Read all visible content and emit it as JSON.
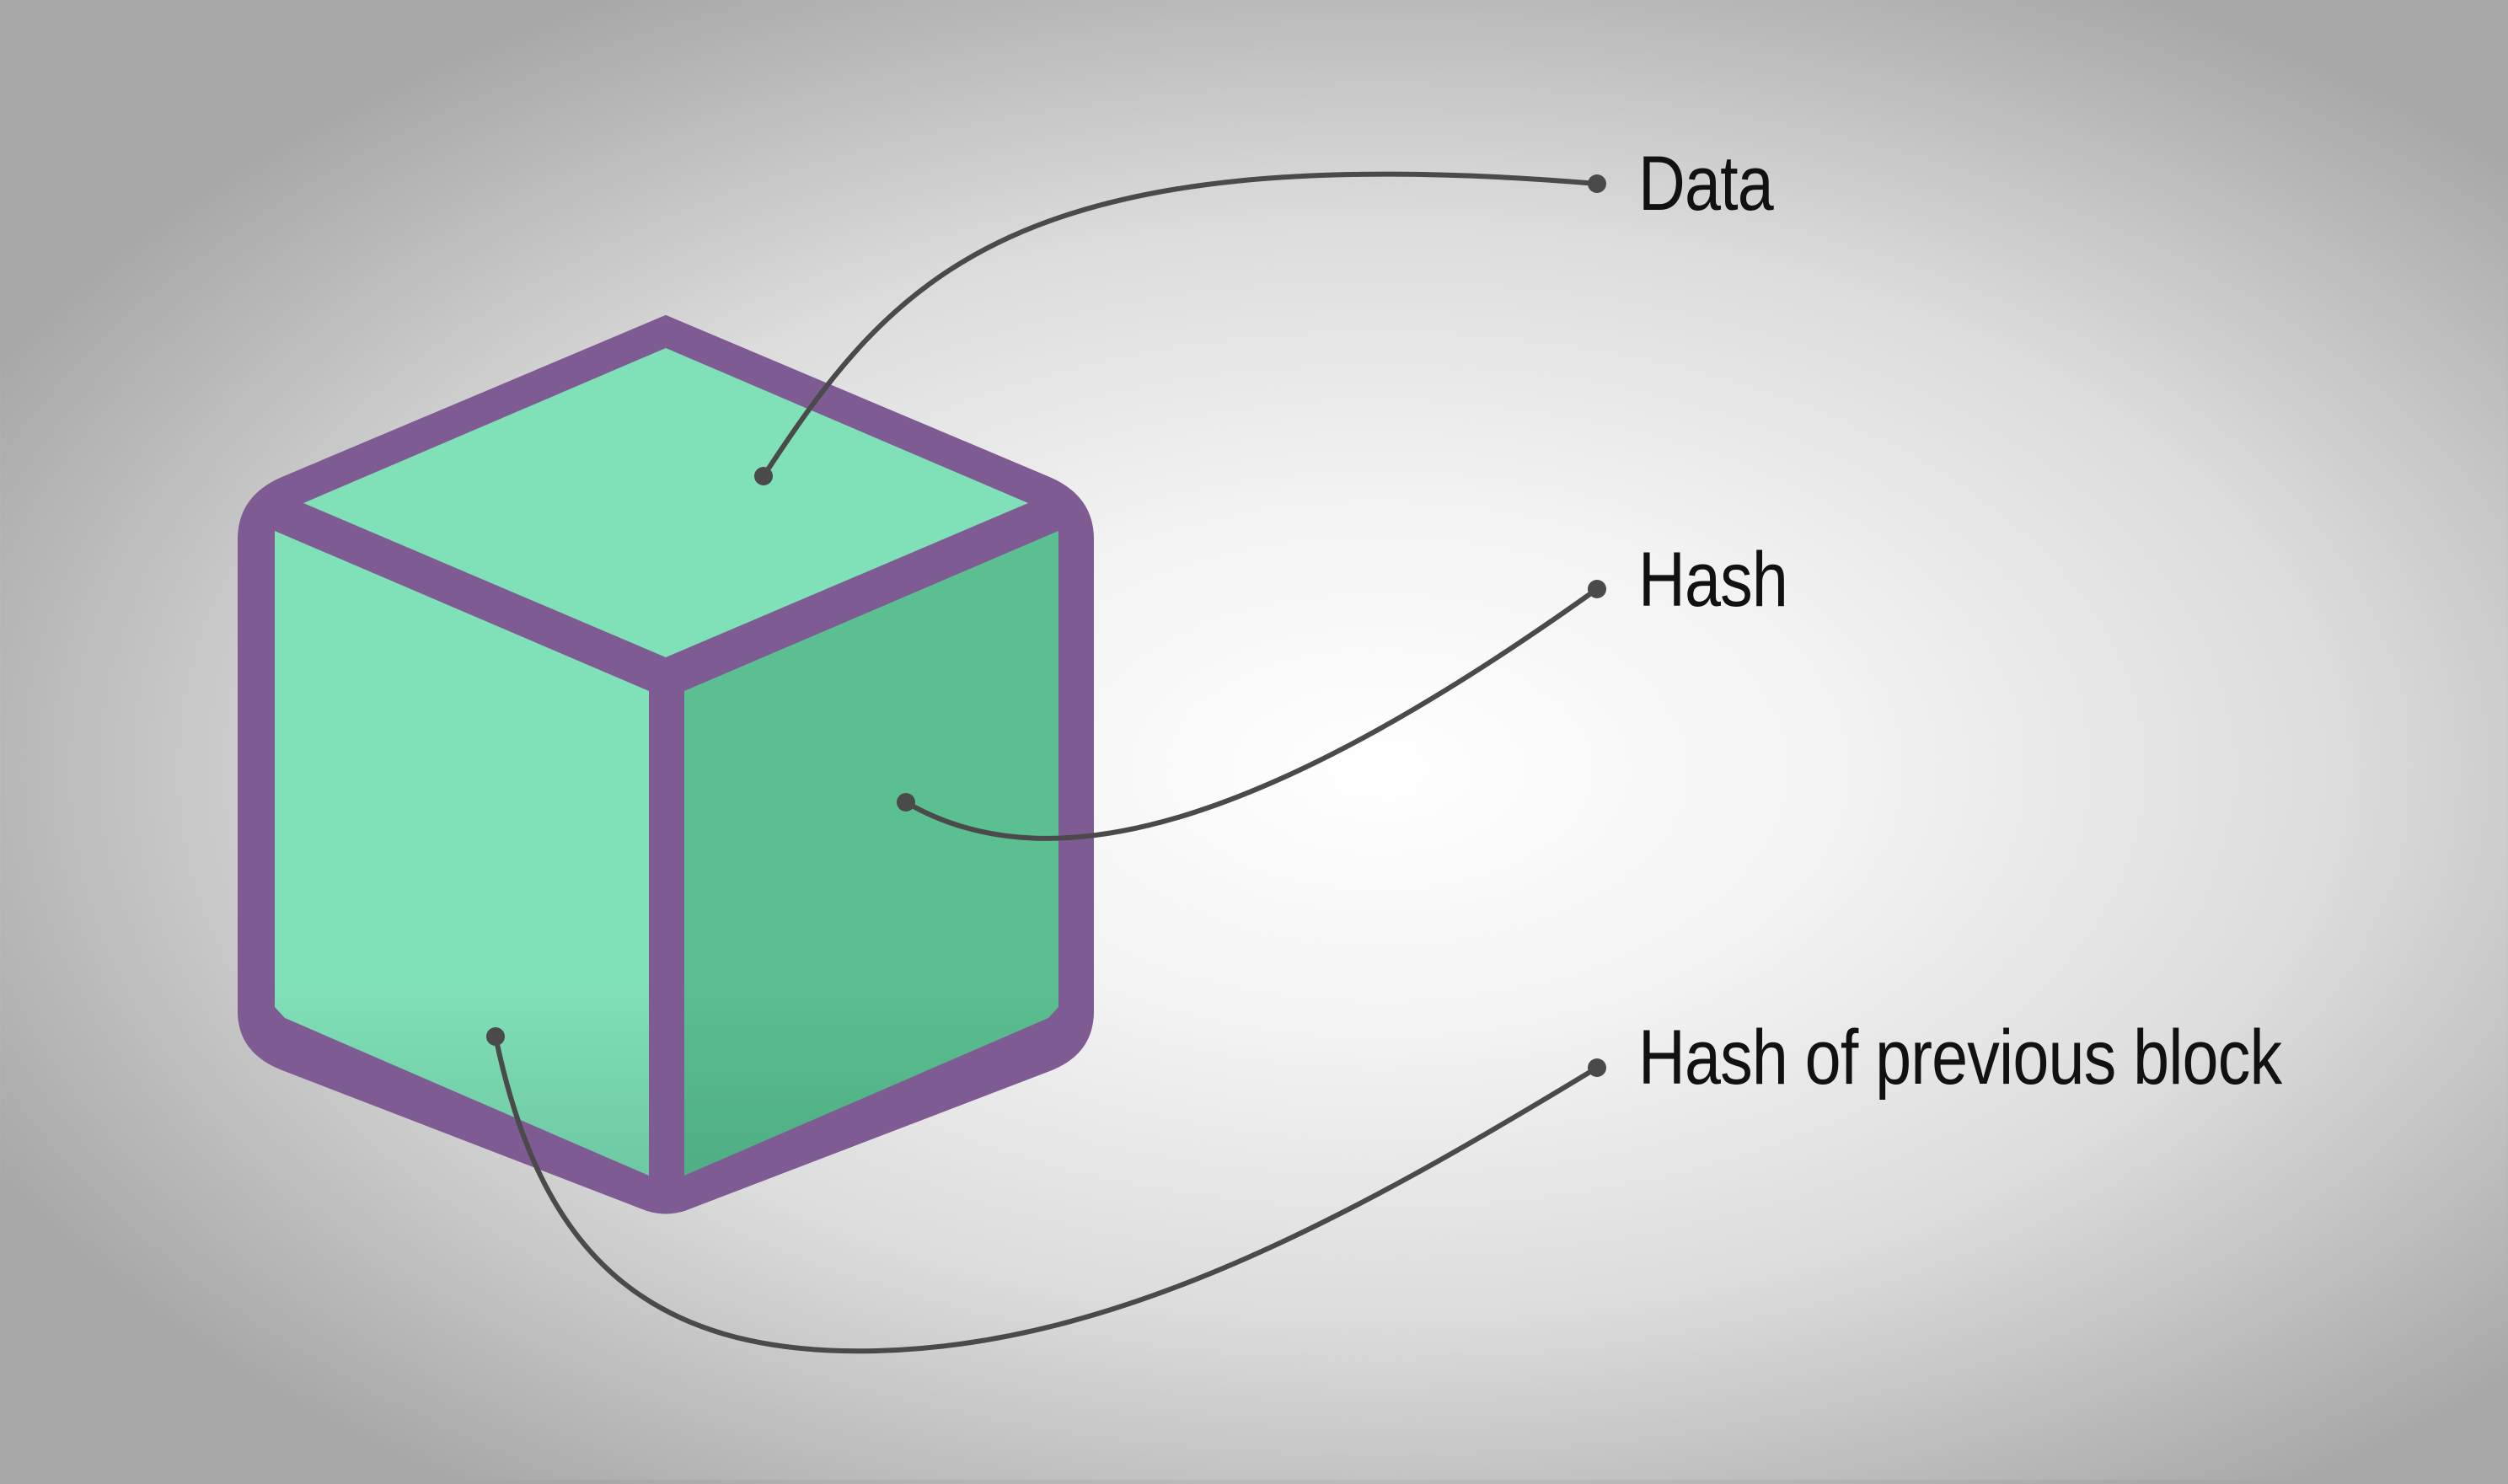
{
  "labels": {
    "data": "Data",
    "hash": "Hash",
    "prev_hash": "Hash of previous block"
  },
  "colors": {
    "cube_outline": "#7f5b93",
    "face_top": "#80e0b7",
    "face_left": "#80e0b7",
    "face_right": "#5bbf91",
    "connector": "#4a4a4a",
    "text": "#111111"
  }
}
